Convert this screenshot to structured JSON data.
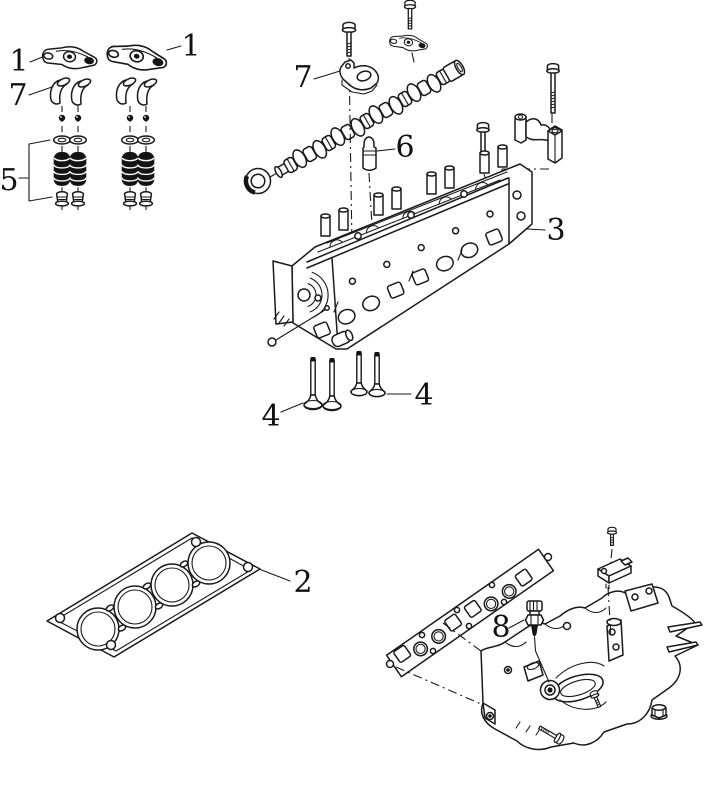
{
  "figure": {
    "type": "exploded parts diagram",
    "subject": "cylinder head assembly",
    "background_color": "#ffffff",
    "line_color": "#1a1a1a",
    "label_color": "#111111"
  },
  "callouts": [
    {
      "label": "1",
      "part": "rocker arm (left)"
    },
    {
      "label": "1",
      "part": "rocker arm (right)"
    },
    {
      "label": "7",
      "part": "valve spring cap pair"
    },
    {
      "label": "7",
      "part": "camshaft thrust plate"
    },
    {
      "label": "5",
      "part": "valve spring kit"
    },
    {
      "label": "6",
      "part": "valve lifter"
    },
    {
      "label": "3",
      "part": "cylinder head"
    },
    {
      "label": "4",
      "part": "valve (left pair)"
    },
    {
      "label": "4",
      "part": "valve (right pair)"
    },
    {
      "label": "2",
      "part": "cylinder head gasket"
    },
    {
      "label": "8",
      "part": "temperature sensor"
    }
  ]
}
